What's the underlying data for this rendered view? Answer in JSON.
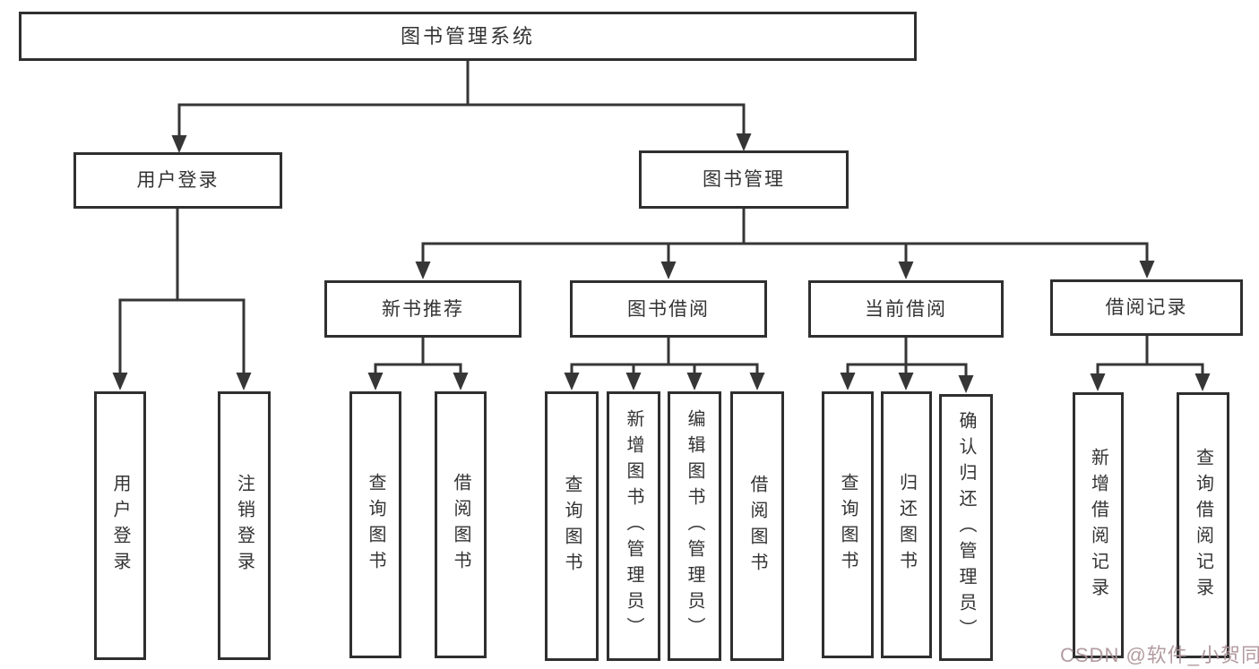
{
  "diagram": {
    "root": {
      "label": "图书管理系统"
    },
    "user_login": {
      "label": "用户登录",
      "children": {
        "login": {
          "label": "用户登录"
        },
        "logout": {
          "label": "注销登录"
        }
      }
    },
    "book_management": {
      "label": "图书管理",
      "modules": {
        "new_book_recommend": {
          "label": "新书推荐",
          "children": {
            "query_books": {
              "label": "查询图书"
            },
            "borrow_books": {
              "label": "借阅图书"
            }
          }
        },
        "book_borrowing": {
          "label": "图书借阅",
          "children": {
            "query_books": {
              "label": "查询图书"
            },
            "add_books": {
              "label": "新增图书（管理员）"
            },
            "edit_books": {
              "label": "编辑图书（管理员）"
            },
            "borrow_books": {
              "label": "借阅图书"
            }
          }
        },
        "current_borrowing": {
          "label": "当前借阅",
          "children": {
            "query_books": {
              "label": "查询图书"
            },
            "return_books": {
              "label": "归还图书"
            },
            "confirm_return": {
              "label": "确认归还（管理员）"
            }
          }
        },
        "borrowing_records": {
          "label": "借阅记录",
          "children": {
            "add_record": {
              "label": "新增借阅记录"
            },
            "query_record": {
              "label": "查询借阅记录"
            }
          }
        }
      }
    }
  },
  "watermark": {
    "text": "CSDN @软件_小贺同学",
    "color": "#ab9298"
  },
  "colors": {
    "line": "#363636",
    "box_border": "#2f2f2f",
    "box_background": "#ffffff",
    "text": "#333333"
  }
}
